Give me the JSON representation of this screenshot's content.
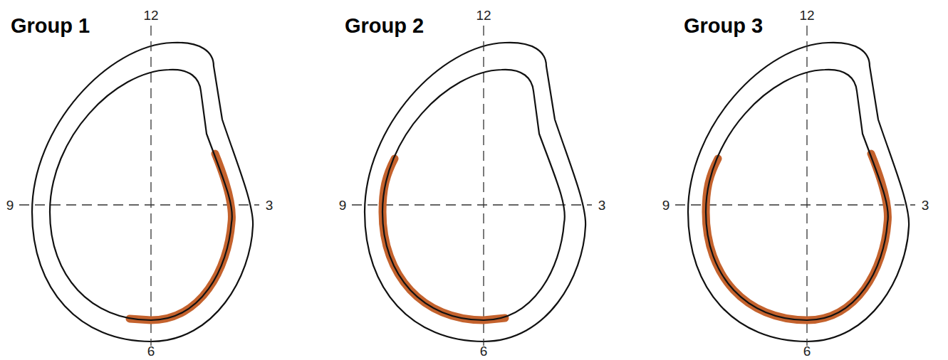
{
  "diagram": {
    "labels": [
      "Group 1",
      "12",
      "9",
      "3",
      "6",
      "Group 2",
      "12",
      "9",
      "3",
      "6",
      "Group 3",
      "12",
      "9",
      "3",
      "6"
    ]
  }
}
